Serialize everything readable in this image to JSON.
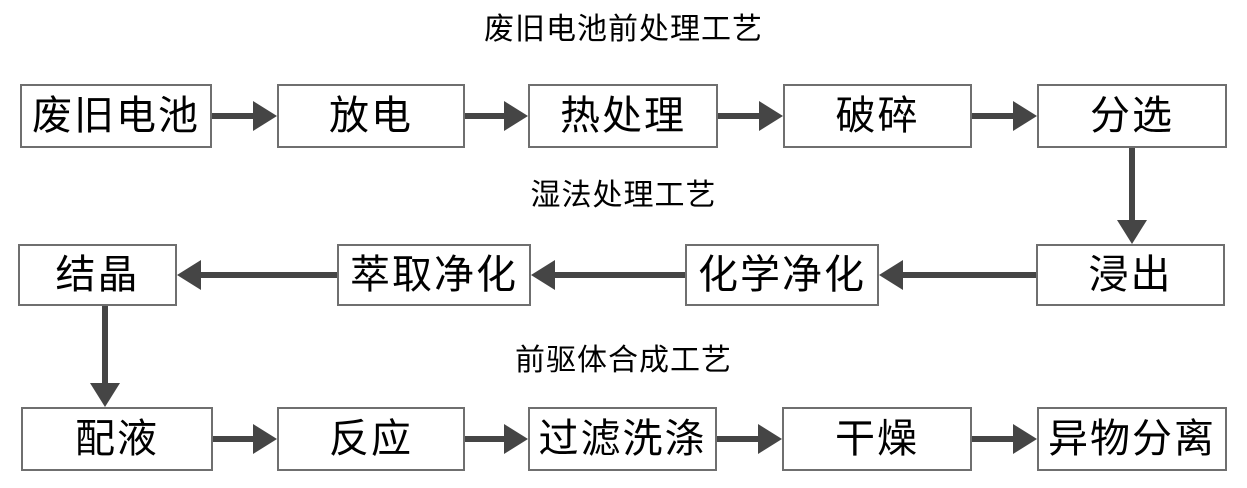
{
  "diagram": {
    "type": "flowchart",
    "colors": {
      "box_border": "#6f6f6f",
      "arrow": "#454545",
      "text": "#000000",
      "background": "#ffffff"
    },
    "sections": [
      {
        "title": "废旧电池前处理工艺",
        "flow_direction": "left-to-right",
        "boxes": [
          "废旧电池",
          "放电",
          "热处理",
          "破碎",
          "分选"
        ]
      },
      {
        "title": "湿法处理工艺",
        "flow_direction": "right-to-left",
        "boxes": [
          "浸出",
          "化学净化",
          "萃取净化",
          "结晶"
        ]
      },
      {
        "title": "前驱体合成工艺",
        "flow_direction": "left-to-right",
        "boxes": [
          "配液",
          "反应",
          "过滤洗涤",
          "干燥",
          "异物分离"
        ]
      }
    ],
    "connections": [
      {
        "from": "废旧电池",
        "to": "放电"
      },
      {
        "from": "放电",
        "to": "热处理"
      },
      {
        "from": "热处理",
        "to": "破碎"
      },
      {
        "from": "破碎",
        "to": "分选"
      },
      {
        "from": "分选",
        "to": "浸出"
      },
      {
        "from": "浸出",
        "to": "化学净化"
      },
      {
        "from": "化学净化",
        "to": "萃取净化"
      },
      {
        "from": "萃取净化",
        "to": "结晶"
      },
      {
        "from": "结晶",
        "to": "配液"
      },
      {
        "from": "配液",
        "to": "反应"
      },
      {
        "from": "反应",
        "to": "过滤洗涤"
      },
      {
        "from": "过滤洗涤",
        "to": "干燥"
      },
      {
        "from": "干燥",
        "to": "异物分离"
      }
    ]
  }
}
